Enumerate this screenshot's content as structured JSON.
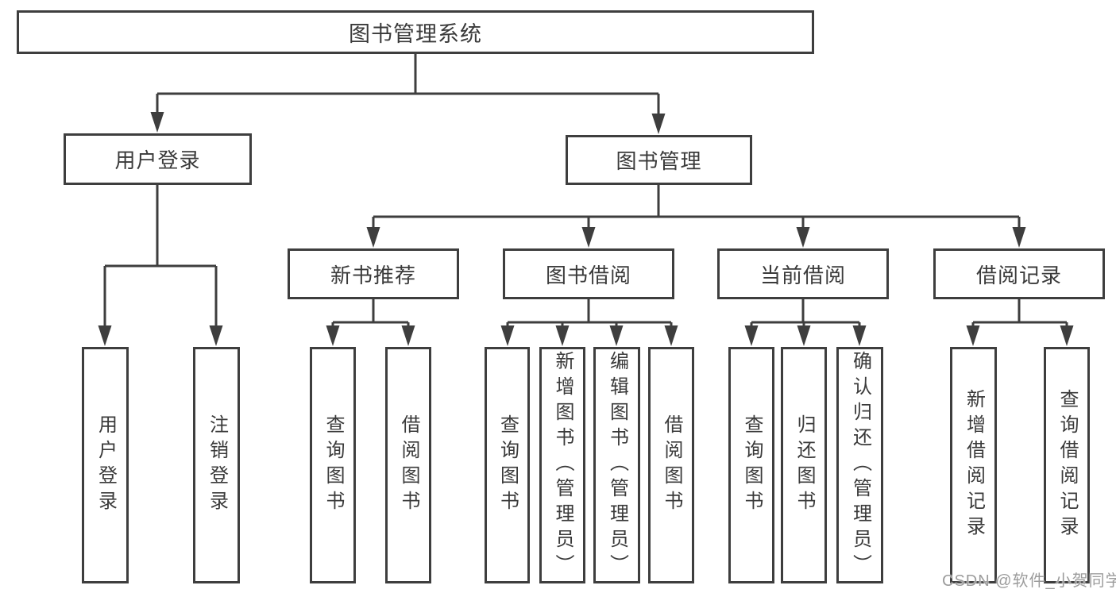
{
  "title": "图书管理系统",
  "tree": {
    "user_login": {
      "label": "用户登录",
      "children": [
        "用户登录",
        "注销登录"
      ]
    },
    "book_mgmt": {
      "label": "图书管理",
      "sections": {
        "new_book": {
          "label": "新书推荐",
          "children": [
            "查询图书",
            "借阅图书"
          ]
        },
        "borrow": {
          "label": "图书借阅",
          "children": [
            "查询图书",
            "新增图书（管理员）",
            "编辑图书（管理员）",
            "借阅图书"
          ]
        },
        "current": {
          "label": "当前借阅",
          "children": [
            "查询图书",
            "归还图书",
            "确认归还（管理员）"
          ]
        },
        "records": {
          "label": "借阅记录",
          "children": [
            "新增借阅记录",
            "查询借阅记录"
          ]
        }
      }
    }
  },
  "watermark": "CSDN @软件_小贺同学",
  "colors": {
    "line": "#3e3e3e",
    "text": "#3a3a3a",
    "watermark": "#9c9c9c",
    "background": "#ffffff"
  }
}
